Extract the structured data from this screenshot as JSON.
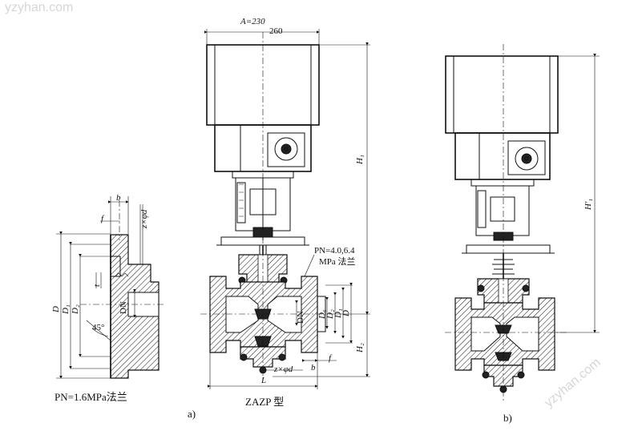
{
  "watermarks": {
    "top_left": "yzyhan.com",
    "bottom_right": "yzyhan.com"
  },
  "left_flange": {
    "caption": "PN=1.6MPa法兰",
    "dim_b": "b",
    "dim_f": "f",
    "dim_holes": "z×φd",
    "dim_D": "D",
    "dim_D1": "D₁",
    "dim_D2": "D₂",
    "dim_DN": "DN",
    "dim_angle": "45°",
    "dim_t": "t"
  },
  "view_a": {
    "caption": "a)",
    "model": "ZAZP 型",
    "dim_A_top": "A=230",
    "dim_A_bottom": "260",
    "dim_H1": "H₁",
    "dim_H2": "H₂",
    "dim_L": "L",
    "dim_D": "D",
    "dim_D1": "D₁",
    "dim_D2": "D₂",
    "dim_D6": "D₆",
    "dim_DN": "DN",
    "dim_b": "b",
    "dim_f": "f",
    "dim_holes": "z×φd",
    "pn_note_1": "PN=4.0,6.4",
    "pn_note_2": "MPa 法兰"
  },
  "view_b": {
    "caption": "b)",
    "dim_H1p": "H'₁"
  }
}
